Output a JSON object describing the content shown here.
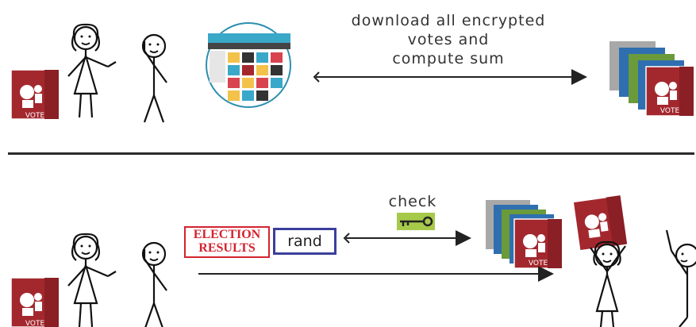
{
  "top": {
    "label_line1": "download all encrypted",
    "label_line2": "votes and",
    "label_line3": "compute sum"
  },
  "bottom": {
    "check_label": "check",
    "stamp_line1": "ELECTION",
    "stamp_line2": "RESULTS",
    "rand_label": "rand"
  },
  "ballot": {
    "vote_label": "VOTE"
  },
  "colors": {
    "ballot_red": "#a3282e",
    "divider": "#2a2a2a",
    "rand_border": "#3a3f9b",
    "key_green": "#a7c94a",
    "stack_blue": "#2f6fb0",
    "stack_green": "#6a9a3a",
    "stack_grey": "#a8a8a8"
  }
}
